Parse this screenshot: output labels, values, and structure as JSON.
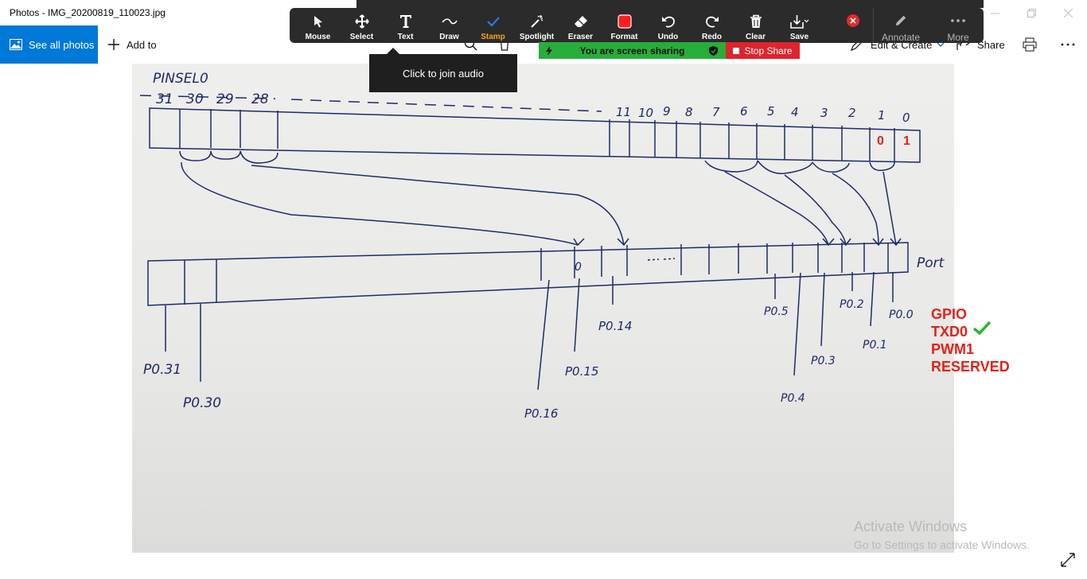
{
  "window": {
    "title": "Photos - IMG_20200819_110023.jpg"
  },
  "commandbar": {
    "see_all": "See all photos",
    "add_to": "Add to",
    "edit_create": "Edit & Create",
    "share": "Share"
  },
  "zoom_toolbar": {
    "buttons": [
      {
        "label": "Mouse",
        "icon": "cursor-icon"
      },
      {
        "label": "Select",
        "icon": "move-icon"
      },
      {
        "label": "Text",
        "icon": "text-icon"
      },
      {
        "label": "Draw",
        "icon": "draw-icon"
      },
      {
        "label": "Stamp",
        "icon": "stamp-icon",
        "active": true
      },
      {
        "label": "Spotlight",
        "icon": "spotlight-icon"
      },
      {
        "label": "Eraser",
        "icon": "eraser-icon"
      },
      {
        "label": "Format",
        "icon": "format-icon"
      },
      {
        "label": "Undo",
        "icon": "undo-icon"
      },
      {
        "label": "Redo",
        "icon": "redo-icon"
      },
      {
        "label": "Clear",
        "icon": "trash-icon"
      },
      {
        "label": "Save",
        "icon": "save-icon"
      }
    ],
    "annotate": "Annotate",
    "more": "More",
    "active_color": "#f7a21b"
  },
  "tooltip": {
    "text": "Click to join audio"
  },
  "share_bar": {
    "status": "You are screen sharing",
    "stop": "Stop Share"
  },
  "sketch": {
    "heading": "PINSEL0",
    "top_bits_left": [
      "31",
      "30",
      "29",
      "28"
    ],
    "top_bits_right": [
      "11",
      "10",
      "9",
      "8",
      "7",
      "6",
      "5",
      "4",
      "3",
      "2",
      "1",
      "0"
    ],
    "bottom_label": "Port",
    "pins_left": [
      "P0.31",
      "P0.30"
    ],
    "pins_mid": [
      "P0.16",
      "P0.15",
      "P0.14"
    ],
    "pins_right": [
      "P0.5",
      "P0.4",
      "P0.3",
      "P0.2",
      "P0.1",
      "P0.0"
    ],
    "cell_mark": "0"
  },
  "annotations": {
    "bits": [
      "0",
      "1"
    ],
    "functions": [
      "GPIO",
      "TXD0",
      "PWM1",
      "RESERVED"
    ],
    "check_color": "#2fb52f",
    "red_color": "#e3221a"
  },
  "activation": {
    "title": "Activate Windows",
    "subtitle": "Go to Settings to activate Windows."
  }
}
